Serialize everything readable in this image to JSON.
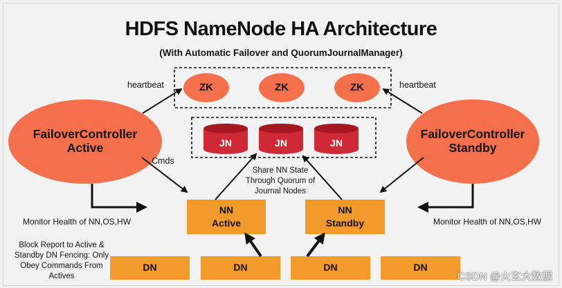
{
  "title": "HDFS NameNode HA Architecture",
  "subtitle": "(With Automatic Failover and QuorumJournalManager)",
  "zk_nodes": [
    "ZK",
    "ZK",
    "ZK"
  ],
  "jn_nodes": [
    "JN",
    "JN",
    "JN"
  ],
  "failover_active": {
    "line1": "FailoverController",
    "line2": "Active"
  },
  "failover_standby": {
    "line1": "FailoverController",
    "line2": "Standby"
  },
  "heartbeat_left": "heartbeat",
  "heartbeat_right": "heartbeat",
  "cmds": "Cmds",
  "share_state": [
    "Share NN State",
    "Through Quorum of",
    "Journal Nodes"
  ],
  "nn_active": {
    "line1": "NN",
    "line2": "Active"
  },
  "nn_standby": {
    "line1": "NN",
    "line2": "Standby"
  },
  "monitor_left": "Monitor Health of NN,OS,HW",
  "monitor_right": "Monitor Health of NN,OS,HW",
  "block_report": [
    "Block Report to Active &",
    "Standby DN Fencing: Only",
    "Obey Commands From",
    "Actives"
  ],
  "dn_nodes": [
    "DN",
    "DN",
    "DN",
    "DN"
  ],
  "watermark": "CSDN @火玄大数据",
  "colors": {
    "zk_fill": "#f4704c",
    "failover_fill": "#f4704c",
    "jn_fill": "#cf2a35",
    "jn_top": "#a51822",
    "nn_fill": "#f29a2c",
    "dn_fill": "#f29a2c",
    "arrow": "#111111"
  }
}
